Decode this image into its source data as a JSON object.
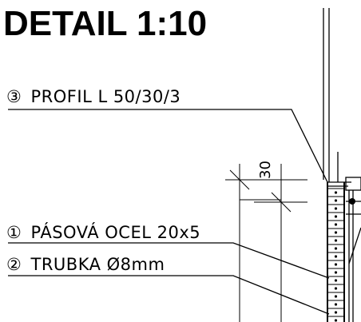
{
  "title": "DETAIL 1:10",
  "labels": [
    {
      "marker": "③",
      "text": "PROFIL L 50/30/3"
    },
    {
      "marker": "①",
      "text": "PÁSOVÁ OCEL 20x5"
    },
    {
      "marker": "②",
      "text": "TRUBKA Ø8mm"
    }
  ],
  "dimension": "30"
}
